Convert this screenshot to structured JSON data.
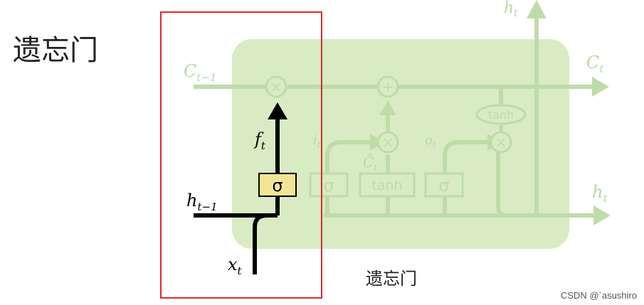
{
  "heading": "遗忘门",
  "caption": "遗忘门",
  "watermark": "CSDN @`asushiro",
  "colors": {
    "cell_fill": "#d8ebc3",
    "faded_line": "#bedca8",
    "highlight_box": "#e3262e",
    "sigma_fill": "#f3e596",
    "active_line": "#000000"
  },
  "diagram": {
    "labels": {
      "c_prev": "C",
      "c_prev_sub": "t−1",
      "c_next": "C",
      "c_next_sub": "t",
      "h_top": "h",
      "h_top_sub": "t",
      "h_out": "h",
      "h_out_sub": "t",
      "h_prev": "h",
      "h_prev_sub": "t−1",
      "x_in": "x",
      "x_in_sub": "t",
      "f_t": "f",
      "f_t_sub": "t",
      "i_t": "i",
      "i_t_sub": "t",
      "c_tilde": "C̃",
      "c_tilde_sub": "t",
      "o_t": "o",
      "o_t_sub": "t"
    },
    "gates": {
      "forget_sigma": "σ",
      "input_sigma": "σ",
      "tanh_box": "tanh",
      "output_sigma": "σ",
      "tanh_oval": "tanh"
    },
    "ops": {
      "multiply": "×",
      "add": "+"
    }
  }
}
